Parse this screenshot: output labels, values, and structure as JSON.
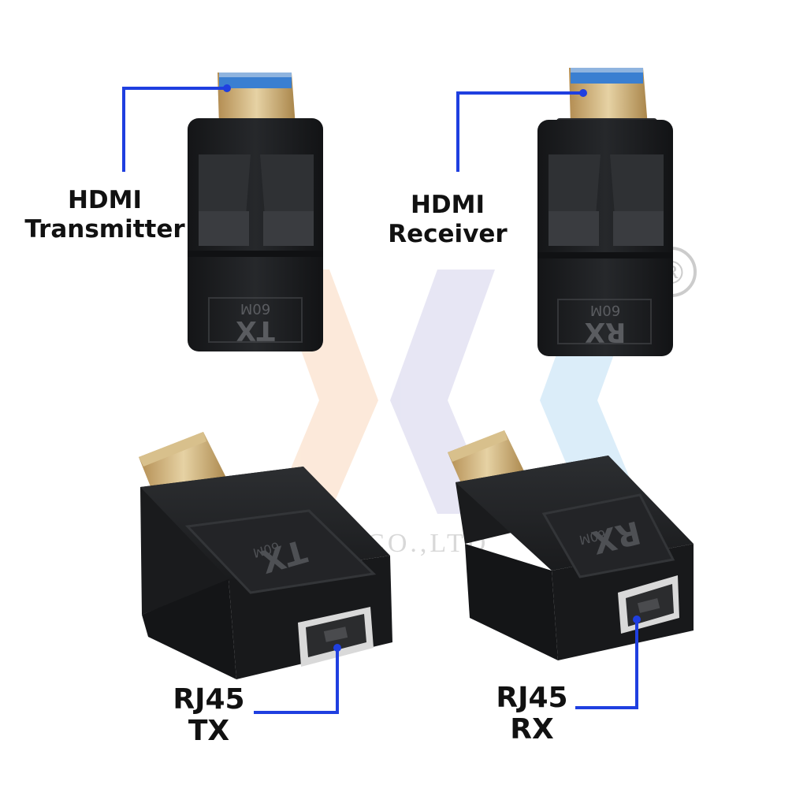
{
  "labels": {
    "hdmi_tx": {
      "line1": "HDMI",
      "line2": "Transmitter"
    },
    "hdmi_rx": {
      "line1": "HDMI",
      "line2": "Receiver"
    },
    "rj45_tx": {
      "line1": "RJ45",
      "line2": "TX"
    },
    "rj45_rx": {
      "line1": "RJ45",
      "line2": "RX"
    }
  },
  "device_markings": {
    "tx_code": "TX",
    "rx_code": "RX",
    "range": "60M"
  },
  "watermark": {
    "text": "XI ... NOLOGY CO.,LTD",
    "registered_mark": "®"
  },
  "colors": {
    "callout_line": "#1f3fe0",
    "device_body": "#1c1d1f",
    "hdmi_gold": "#c9a96a",
    "hdmi_pins": "#3a7fd1"
  }
}
